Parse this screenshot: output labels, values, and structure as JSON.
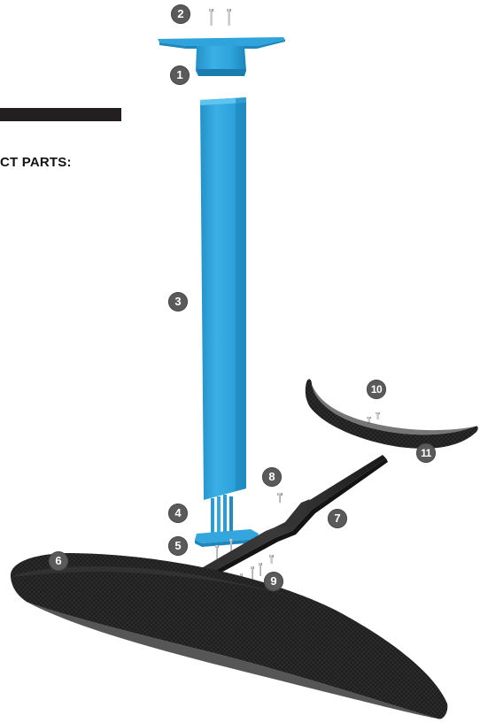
{
  "heading": {
    "parts_title": "CT PARTS:"
  },
  "callouts": {
    "c1": "1",
    "c2": "2",
    "c3": "3",
    "c4": "4",
    "c5": "5",
    "c6": "6",
    "c7": "7",
    "c8": "8",
    "c9": "9",
    "c10": "10",
    "c11": "11"
  },
  "colors": {
    "mast_blue": "#2ea3dc",
    "carbon_black": "#1c1c1c",
    "screw_grey": "#8a8f93",
    "callout_grey": "#5a5a5a",
    "header_bar": "#231f20"
  }
}
